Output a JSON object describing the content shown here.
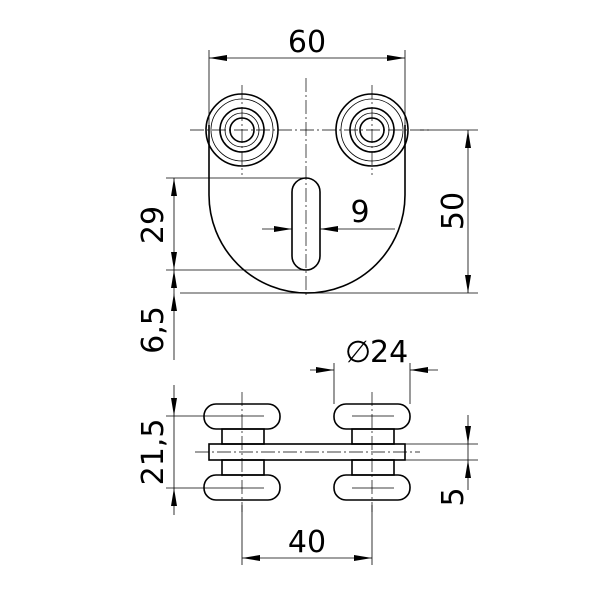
{
  "dimensions": {
    "top_width": "60",
    "slot_width": "9",
    "height": "50",
    "slot_length": "29",
    "slot_offset": "6,5",
    "diameter_symbol": "∅",
    "diameter_value": "24",
    "roller_height": "21,5",
    "plate_thickness": "5",
    "center_distance": "40"
  }
}
